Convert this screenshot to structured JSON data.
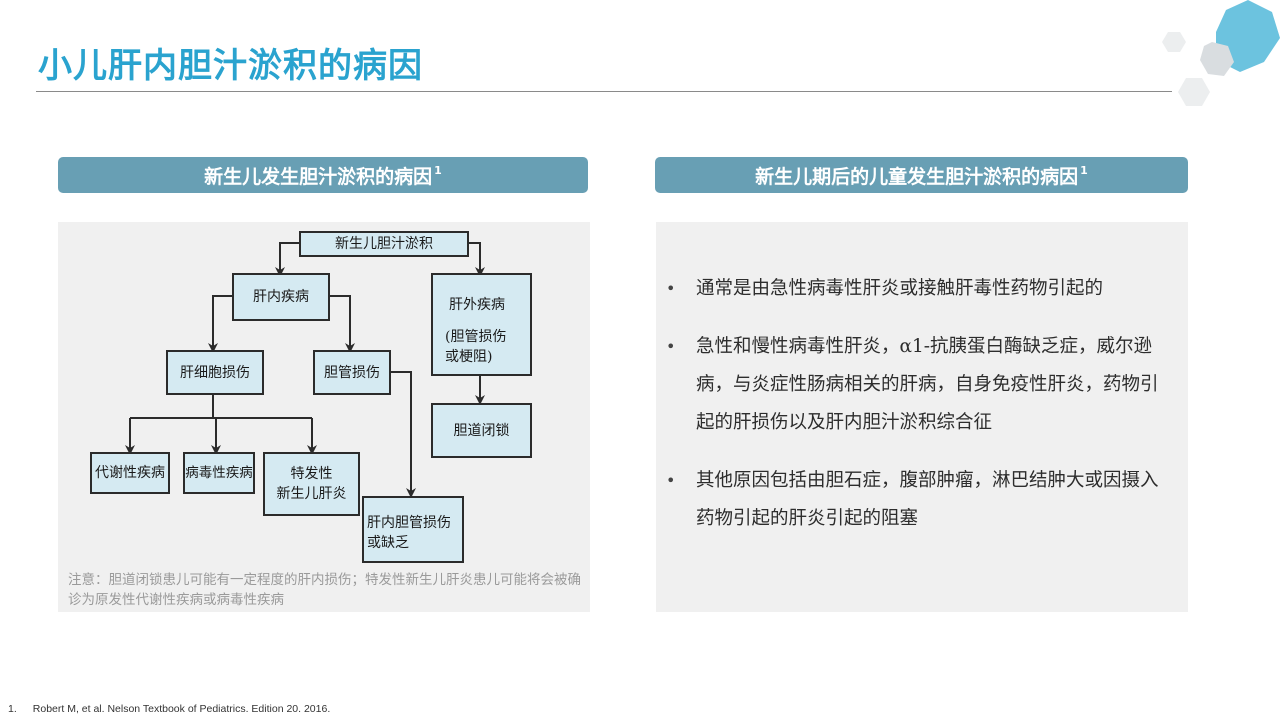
{
  "slide": {
    "title": "小儿肝内胆汁淤积的病因"
  },
  "left_panel": {
    "header": "新生儿发生胆汁淤积的病因",
    "header_sup": "1",
    "flowchart": {
      "root": "新生儿胆汁淤积",
      "intrahepatic": "肝内疾病",
      "extrahepatic": "肝外疾病",
      "extrahepatic_detail": [
        "(胆管损伤",
        "或梗阻)"
      ],
      "hepatocyte_injury": "肝细胞损伤",
      "bile_duct_injury": "胆管损伤",
      "biliary_atresia": "胆道闭锁",
      "metabolic": "代谢性疾病",
      "viral": "病毒性疾病",
      "idiopathic": [
        "特发性",
        "新生儿肝炎"
      ],
      "intrahepatic_duct": [
        "肝内胆管损伤",
        "或缺乏"
      ]
    },
    "note": "注意：胆道闭锁患儿可能有一定程度的肝内损伤；特发性新生儿肝炎患儿可能将会被确诊为原发性代谢性疾病或病毒性疾病"
  },
  "right_panel": {
    "header": "新生儿期后的儿童发生胆汁淤积的病因",
    "header_sup": "1",
    "bullets": [
      "通常是由急性病毒性肝炎或接触肝毒性药物引起的",
      "急性和慢性病毒性肝炎，α1-抗胰蛋白酶缺乏症，威尔逊病，与炎症性肠病相关的肝病，自身免疫性肝炎，药物引起的肝损伤以及肝内胆汁淤积综合征",
      "其他原因包括由胆石症，腹部肿瘤，淋巴结肿大或因摄入药物引起的肝炎引起的阻塞"
    ]
  },
  "footnote": {
    "number": "1.",
    "text": "Robert M, et al. Nelson Textbook of Pediatrics. Edition 20. 2016."
  },
  "colors": {
    "title": "#2aa3cf",
    "header_bg": "#689fb4",
    "node_fill": "#d5eaf2",
    "panel_bg": "#f0f0f0"
  }
}
